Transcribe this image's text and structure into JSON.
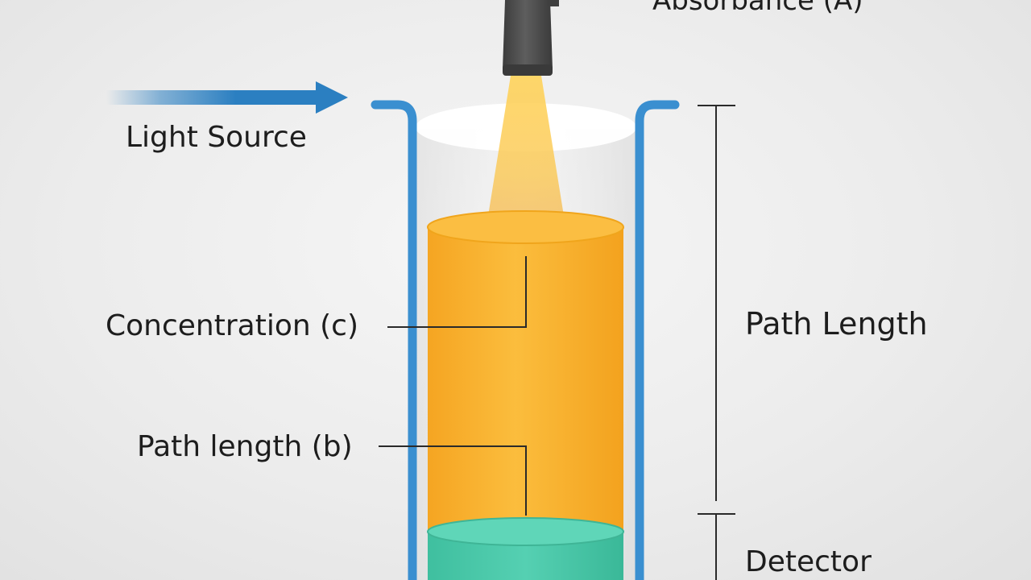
{
  "labels": {
    "absorbance": "Absorbance (A)",
    "light_source": "Light Source",
    "concentration": "Concentration (c)",
    "path_length_b": "Path length (b)",
    "path_length": "Path Length",
    "detector": "Detector"
  },
  "colors": {
    "light_arrow": "#2b7fc1",
    "cuvette_wall": "#3a8fd0",
    "solution": "#f7b131",
    "detector_liquid": "#48c6a6",
    "beam": "#fbc64b",
    "probe": "#4a4a4a",
    "leader_line": "#2a2a2a",
    "background": "#ececec"
  }
}
